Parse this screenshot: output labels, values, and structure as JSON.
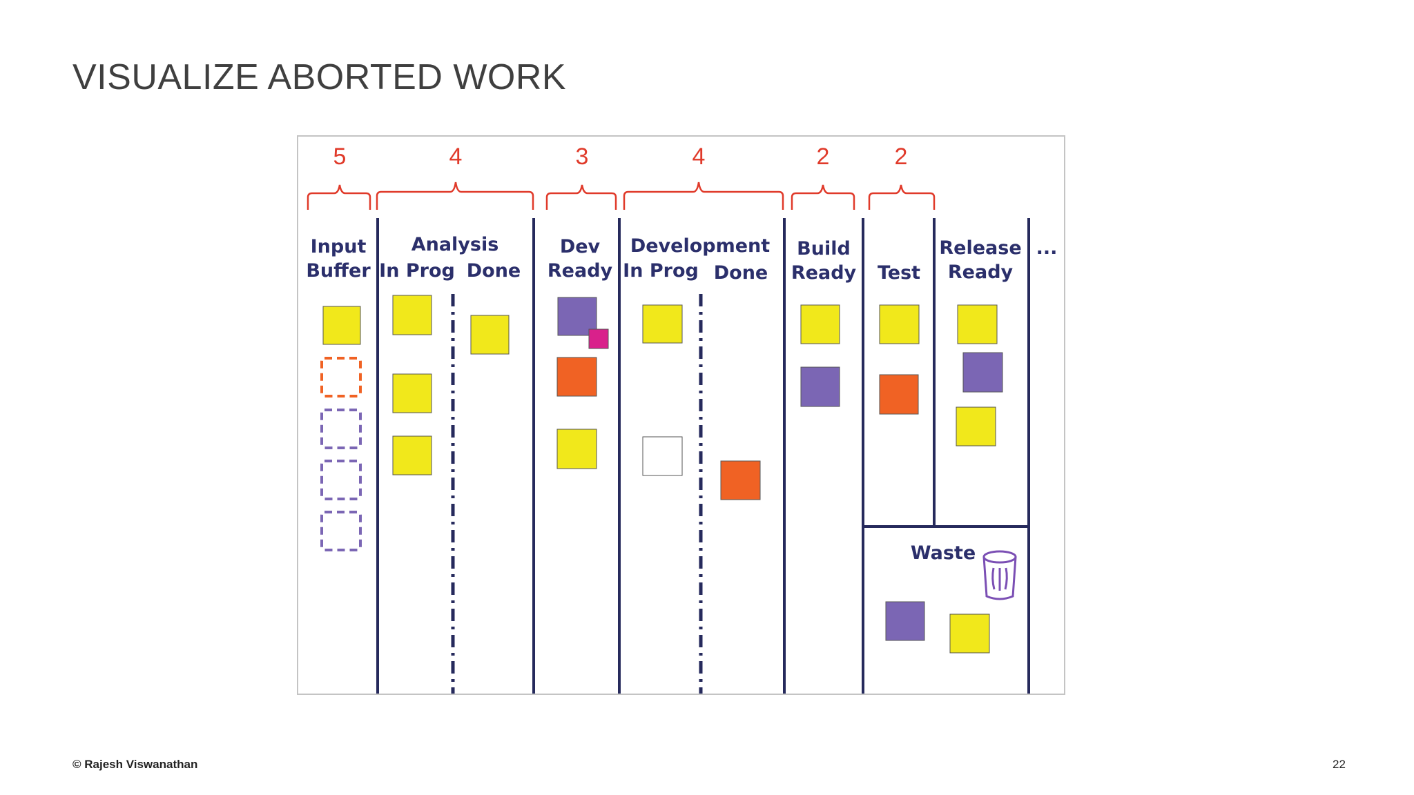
{
  "title": "VISUALIZE ABORTED WORK",
  "footer": {
    "copyright": "© Rajesh Viswanathan",
    "page_number": "22"
  },
  "colors": {
    "wip_limit": "#e03a2a",
    "lane_line": "#262a5c",
    "header_text": "#2b2f6b",
    "card_yellow": "#f1e81b",
    "card_purple": "#7b66b4",
    "card_orange": "#f06224",
    "card_magenta": "#d9218b",
    "card_white": "#ffffff"
  },
  "board": {
    "wip_limits": [
      "5",
      "4",
      "3",
      "4",
      "2",
      "2"
    ],
    "headers": {
      "input_buffer": [
        "Input",
        "Buffer"
      ],
      "analysis": "Analysis",
      "analysis_in_prog": "In Prog",
      "analysis_done": "Done",
      "dev_ready": [
        "Dev",
        "Ready"
      ],
      "development": "Development",
      "development_in_prog": "In Prog",
      "development_done": "Done",
      "build_ready": [
        "Build",
        "Ready"
      ],
      "test": "Test",
      "release_ready": [
        "Release",
        "Ready"
      ],
      "more": "...",
      "waste": "Waste"
    },
    "icons": {
      "waste_bin": "trash-can-icon"
    },
    "cards": [
      {
        "column": "Input Buffer",
        "color": "yellow",
        "style": "solid"
      },
      {
        "column": "Input Buffer",
        "color": "orange",
        "style": "dashed-placeholder"
      },
      {
        "column": "Input Buffer",
        "color": "purple",
        "style": "dashed-placeholder"
      },
      {
        "column": "Input Buffer",
        "color": "purple",
        "style": "dashed-placeholder"
      },
      {
        "column": "Input Buffer",
        "color": "purple",
        "style": "dashed-placeholder"
      },
      {
        "column": "Analysis In Prog",
        "color": "yellow",
        "style": "solid"
      },
      {
        "column": "Analysis In Prog",
        "color": "yellow",
        "style": "solid"
      },
      {
        "column": "Analysis In Prog",
        "color": "yellow",
        "style": "solid"
      },
      {
        "column": "Analysis Done",
        "color": "yellow",
        "style": "solid"
      },
      {
        "column": "Dev Ready",
        "color": "purple",
        "style": "solid"
      },
      {
        "column": "Dev Ready",
        "color": "magenta",
        "style": "small-tag"
      },
      {
        "column": "Dev Ready",
        "color": "orange",
        "style": "solid"
      },
      {
        "column": "Dev Ready",
        "color": "yellow",
        "style": "solid"
      },
      {
        "column": "Development In Prog",
        "color": "yellow",
        "style": "solid"
      },
      {
        "column": "Development In Prog",
        "color": "white",
        "style": "solid"
      },
      {
        "column": "Development Done",
        "color": "orange",
        "style": "solid"
      },
      {
        "column": "Build Ready",
        "color": "yellow",
        "style": "solid"
      },
      {
        "column": "Build Ready",
        "color": "purple",
        "style": "solid"
      },
      {
        "column": "Test",
        "color": "yellow",
        "style": "solid"
      },
      {
        "column": "Test",
        "color": "orange",
        "style": "solid"
      },
      {
        "column": "Release Ready",
        "color": "yellow",
        "style": "solid"
      },
      {
        "column": "Release Ready",
        "color": "purple",
        "style": "solid"
      },
      {
        "column": "Release Ready",
        "color": "yellow",
        "style": "solid"
      },
      {
        "column": "Waste",
        "color": "purple",
        "style": "solid"
      },
      {
        "column": "Waste",
        "color": "yellow",
        "style": "solid"
      }
    ]
  }
}
